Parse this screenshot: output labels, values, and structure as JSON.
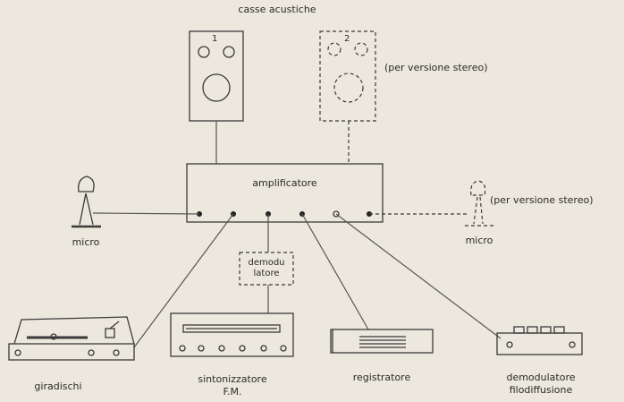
{
  "labels": {
    "casse_acustiche": "casse acustiche",
    "speaker_1_num": "1",
    "speaker_2_num": "2",
    "stereo_note_speaker": "(per versione stereo)",
    "amplificatore": "amplificatore",
    "micro_left": "micro",
    "micro_right": "micro",
    "stereo_note_micro": "(per versione stereo)",
    "demodulatore_line1": "demodu",
    "demodulatore_line2": "latore",
    "giradischi": "giradischi",
    "sintonizzatore_line1": "sintonizzatore",
    "sintonizzatore_line2": "F.M.",
    "registratore": "registratore",
    "filodiffusione_line1": "demodulatore",
    "filodiffusione_line2": "filodiffusione"
  }
}
